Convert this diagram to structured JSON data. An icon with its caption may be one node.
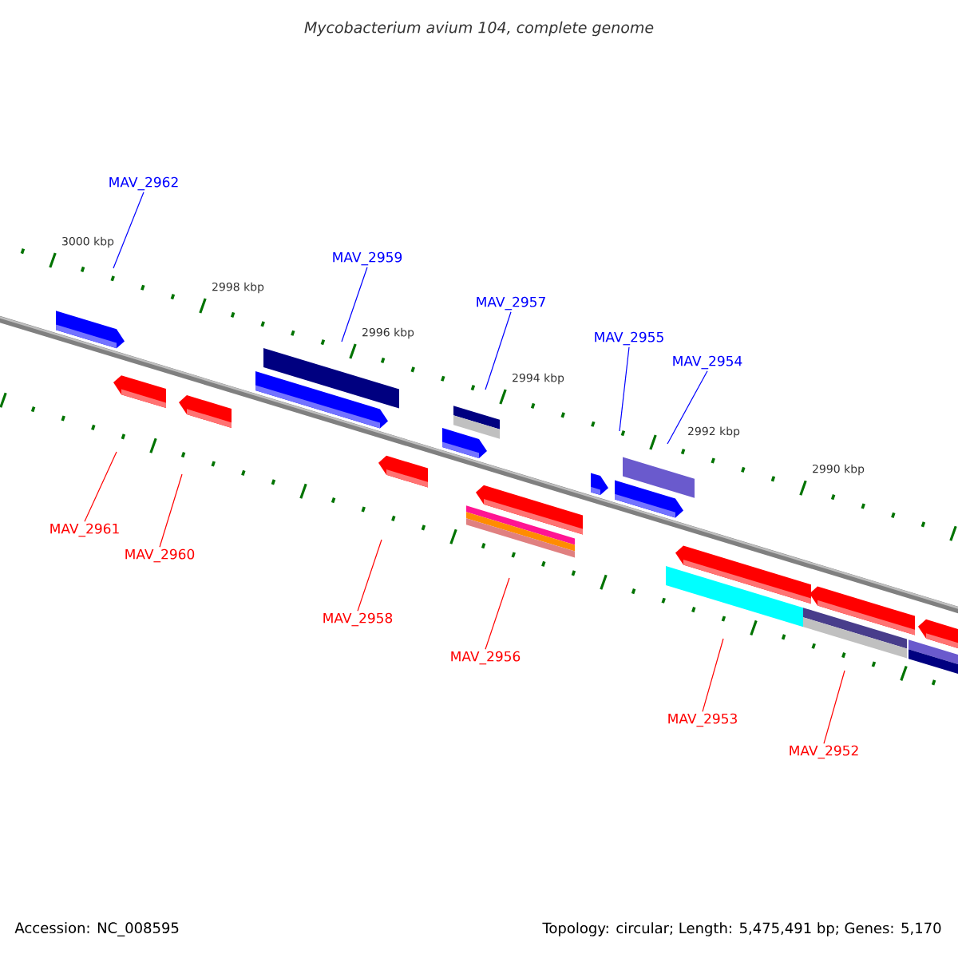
{
  "diagram": {
    "title": "Mycobacterium avium 104, complete genome",
    "nodes": [
      {
        "text": [
          "MAV_2962"
        ]
      },
      {
        "text": [
          "MAV_2959"
        ]
      },
      {
        "text": [
          "MAV_2957"
        ]
      },
      {
        "text": [
          "MAV_2955"
        ]
      },
      {
        "text": [
          "MAV_2954"
        ]
      },
      {
        "text": [
          "MAV_2961"
        ]
      },
      {
        "text": [
          "MAV_2960"
        ]
      },
      {
        "text": [
          "MAV_2958"
        ]
      },
      {
        "text": [
          "MAV_2956"
        ]
      },
      {
        "text": [
          "MAV_2953"
        ]
      },
      {
        "text": [
          "MAV_2952"
        ]
      }
    ],
    "edges": [
      {
        "from": 0,
        "to": null,
        "arrow": "none",
        "color": "#0000ff"
      },
      {
        "from": 1,
        "to": null,
        "arrow": "none",
        "color": "#0000ff"
      },
      {
        "from": 2,
        "to": null,
        "arrow": "none",
        "color": "#0000ff"
      },
      {
        "from": 3,
        "to": null,
        "arrow": "none",
        "color": "#0000ff"
      },
      {
        "from": 4,
        "to": null,
        "arrow": "none",
        "color": "#0000ff"
      },
      {
        "from": 5,
        "to": null,
        "arrow": "none"
      },
      {
        "from": 6,
        "to": null,
        "arrow": "none"
      },
      {
        "from": 7,
        "to": null,
        "arrow": "none"
      },
      {
        "from": 8,
        "to": null,
        "arrow": "none"
      },
      {
        "from": 9,
        "to": null,
        "arrow": "none"
      },
      {
        "from": 10,
        "to": null,
        "arrow": "none"
      }
    ],
    "labels": [
      "3000 kbp",
      "2998 kbp",
      "2996 kbp",
      "2994 kbp",
      "2992 kbp",
      "2990 kbp",
      "Accession: NC_008595",
      "Topology: circular; Length: 5,475,491 bp; Genes: 5,170"
    ]
  }
}
